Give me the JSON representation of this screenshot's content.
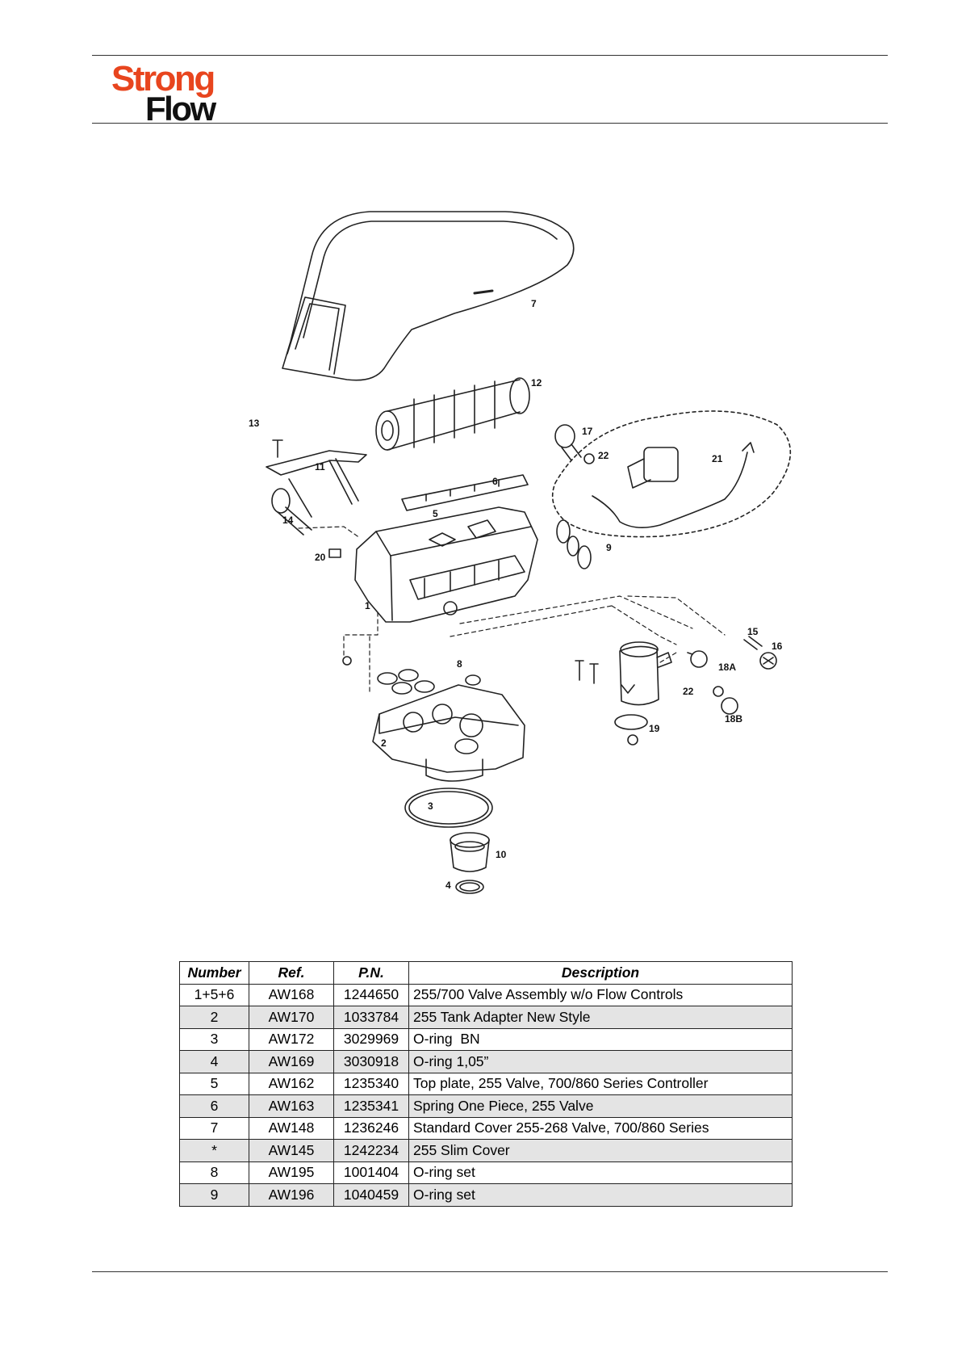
{
  "header": {
    "logo_line1": "Strong",
    "logo_line2": "Flow",
    "colors": {
      "brand_orange": "#e8451e",
      "brand_dark": "#111111"
    }
  },
  "diagram": {
    "callouts": [
      "7",
      "12",
      "13",
      "17",
      "22",
      "21",
      "11",
      "6",
      "14",
      "5",
      "9",
      "20",
      "1",
      "15",
      "16",
      "18A",
      "8",
      "22",
      "18B",
      "19",
      "2",
      "3",
      "10",
      "4"
    ]
  },
  "table": {
    "headers": [
      "Number",
      "Ref.",
      "P.N.",
      "Description"
    ],
    "rows": [
      {
        "number": "1+5+6",
        "ref": "AW168",
        "pn": "1244650",
        "description": "255/700 Valve Assembly w/o Flow Controls"
      },
      {
        "number": "2",
        "ref": "AW170",
        "pn": "1033784",
        "description": "255 Tank Adapter New Style"
      },
      {
        "number": "3",
        "ref": "AW172",
        "pn": "3029969",
        "description": "O-ring  BN"
      },
      {
        "number": "4",
        "ref": "AW169",
        "pn": "3030918",
        "description": "O-ring 1,05”"
      },
      {
        "number": "5",
        "ref": "AW162",
        "pn": "1235340",
        "description": "Top plate, 255 Valve, 700/860 Series Controller"
      },
      {
        "number": "6",
        "ref": "AW163",
        "pn": "1235341",
        "description": "Spring One Piece, 255 Valve"
      },
      {
        "number": "7",
        "ref": "AW148",
        "pn": "1236246",
        "description": "Standard Cover 255-268 Valve, 700/860 Series"
      },
      {
        "number": "*",
        "ref": "AW145",
        "pn": "1242234",
        "description": "255 Slim Cover"
      },
      {
        "number": "8",
        "ref": "AW195",
        "pn": "1001404",
        "description": "O-ring set"
      },
      {
        "number": "9",
        "ref": "AW196",
        "pn": "1040459",
        "description": "O-ring set"
      }
    ]
  }
}
